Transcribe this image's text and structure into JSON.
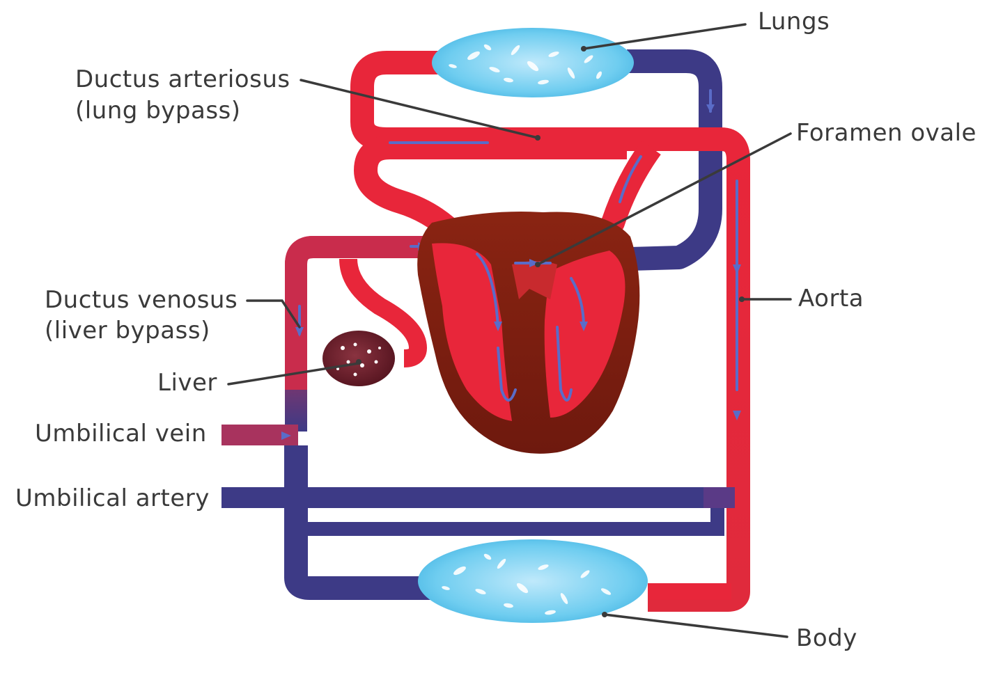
{
  "diagram": {
    "labels": {
      "lungs": "Lungs",
      "ductus_arteriosus_line1": "Ductus arteriosus",
      "ductus_arteriosus_line2": "(lung bypass)",
      "foramen_ovale": "Foramen ovale",
      "aorta": "Aorta",
      "ductus_venosus_line1": "Ductus venosus",
      "ductus_venosus_line2": "(liver bypass)",
      "liver": "Liver",
      "umbilical_vein": "Umbilical vein",
      "umbilical_artery": "Umbilical artery",
      "body": "Body"
    }
  },
  "colors": {
    "oxygenated": "#e8263a",
    "deoxygenated": "#3d3a86",
    "mixed": "#a8335e",
    "heart": "#7a1a12",
    "organ": "#5ec4ea",
    "organ_highlight": "#ffffff",
    "liver": "#6b1f2a",
    "text": "#3a3a3a"
  }
}
